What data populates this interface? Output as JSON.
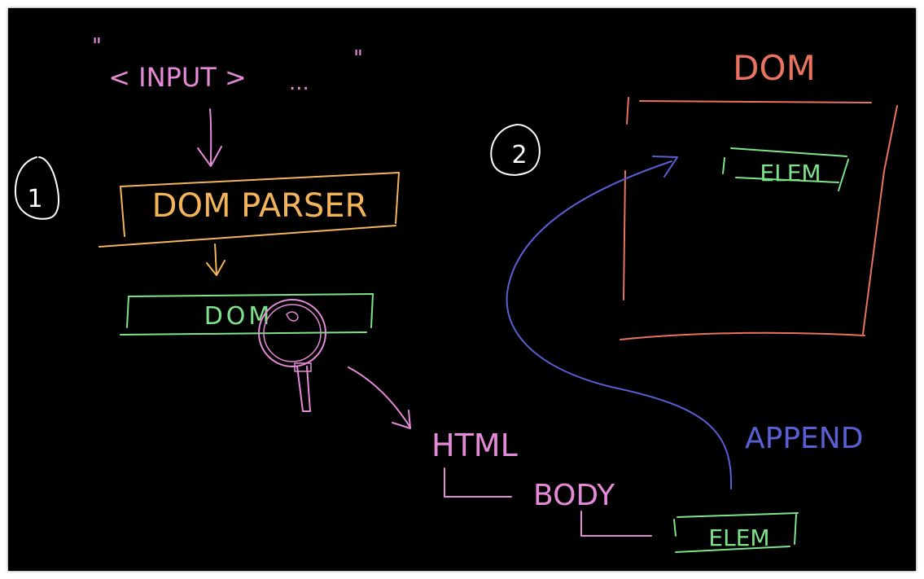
{
  "colors": {
    "background": "#000000",
    "pink": "#e48ad6",
    "orange": "#f3b45a",
    "green": "#7ee48a",
    "red": "#e8735e",
    "blue": "#5a5fd6",
    "white": "#ffffff"
  },
  "step1": {
    "number": "1",
    "open_quote": "\"",
    "input_label": "< INPUT >",
    "ellipsis": "...",
    "close_quote": "\"",
    "parser_label": "DOM PARSER",
    "dom_label": "DOM",
    "tree": {
      "root": "HTML",
      "child": "BODY",
      "leaf": "ELEM"
    }
  },
  "step2": {
    "number": "2",
    "dom_title": "DOM",
    "elem_label": "ELEM",
    "append_label": "APPEND"
  },
  "icons": {
    "magnifier": "magnifying-glass-icon"
  }
}
